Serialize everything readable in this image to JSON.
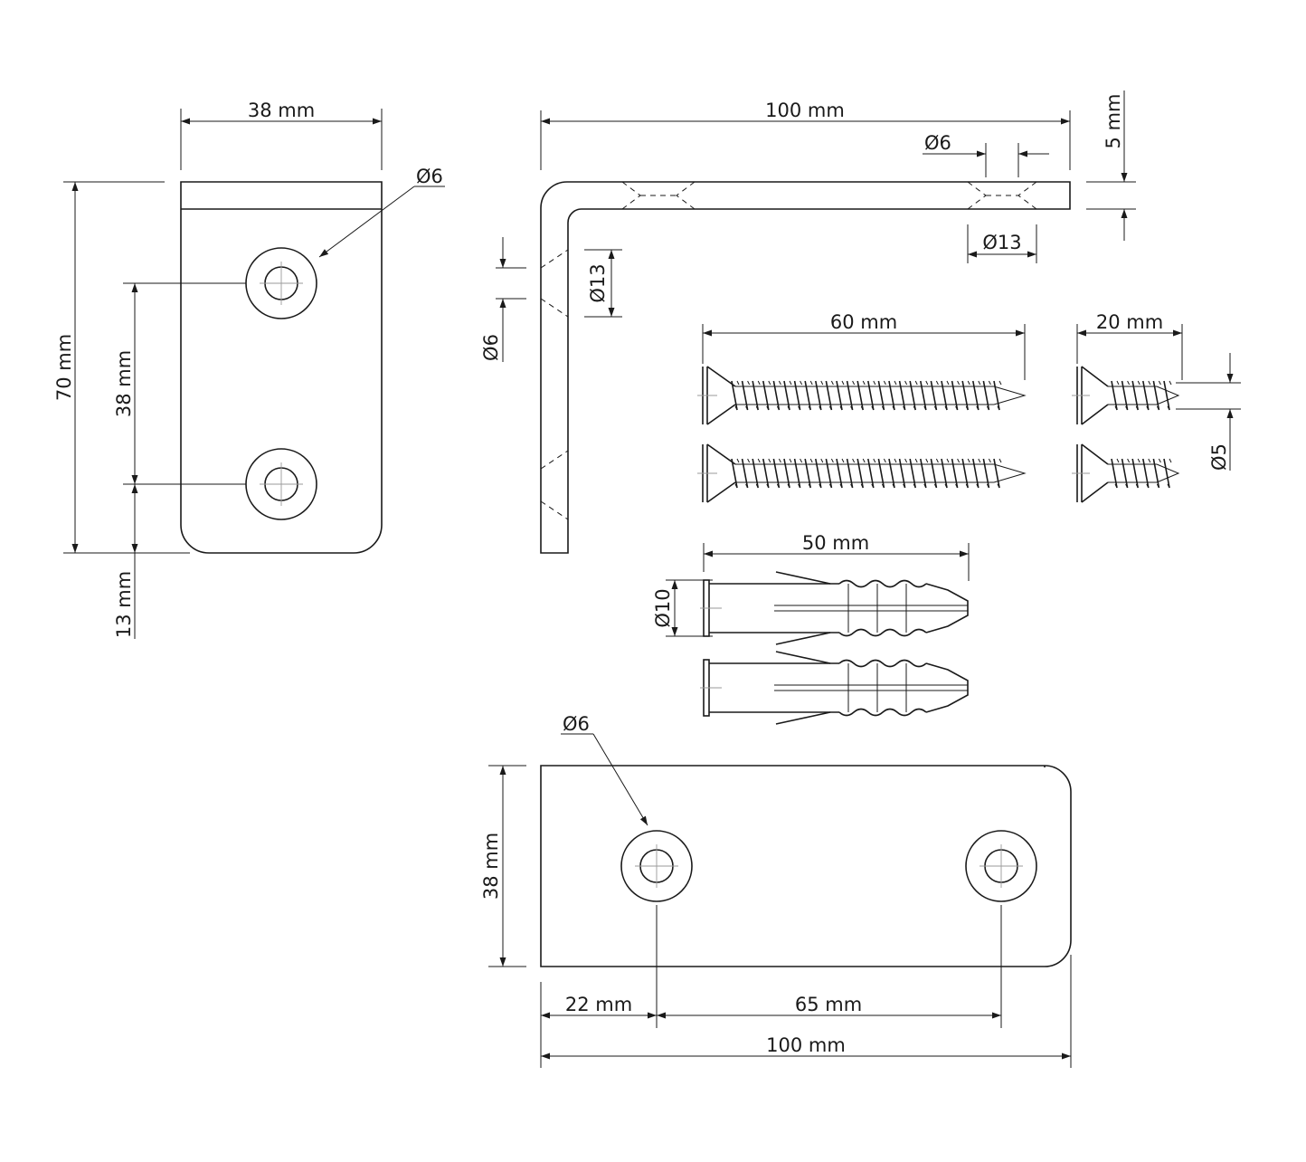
{
  "labels": {
    "side_width": "38 mm",
    "side_height": "70 mm",
    "side_hole_spacing": "38 mm",
    "side_edge_offset": "13 mm",
    "side_hole_diameter": "Ø6",
    "top_length": "100 mm",
    "top_thickness": "5 mm",
    "top_hole_diameter": "Ø6",
    "top_countersink": "Ø13",
    "vertical_countersink": "Ø13",
    "vertical_hole_diameter": "Ø6",
    "long_screw_length": "60 mm",
    "short_screw_length": "20 mm",
    "short_screw_diameter": "Ø5",
    "plug_length": "50 mm",
    "plug_diameter": "Ø10",
    "bottom_hole_diameter": "Ø6",
    "bottom_width": "38 mm",
    "bottom_edge_offset": "22 mm",
    "bottom_hole_spacing": "65 mm",
    "bottom_length": "100 mm"
  }
}
